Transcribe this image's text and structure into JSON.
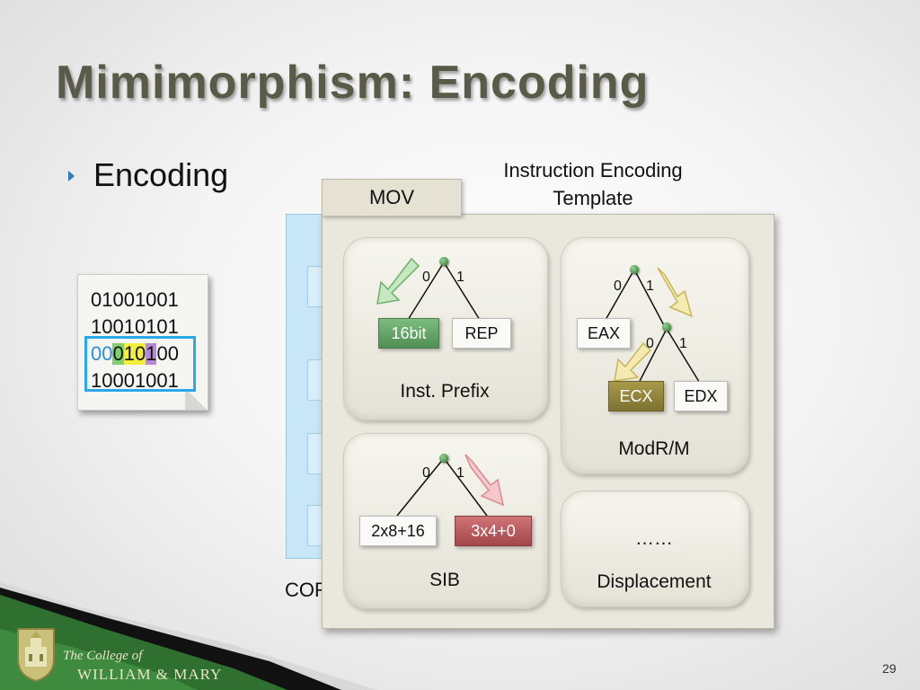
{
  "slide": {
    "title": "Mimimorphism: Encoding",
    "bullet": "Encoding",
    "caption_line1": "Instruction Encoding",
    "caption_line2": "Template",
    "page_number": "29"
  },
  "bit_card": {
    "rows": [
      "01001001",
      "10010101",
      "10001001"
    ],
    "highlighted_row_segments": [
      "00",
      "0",
      "10",
      "1",
      "00"
    ]
  },
  "back_panel_label": "COR",
  "panel": {
    "tab_label": "MOV",
    "inst_prefix": {
      "label": "Inst. Prefix",
      "bit0": "0",
      "bit1": "1",
      "left_option": "16bit",
      "right_option": "REP"
    },
    "modrm": {
      "label": "ModR/M",
      "top_bit0": "0",
      "top_bit1": "1",
      "sub_bit0": "0",
      "sub_bit1": "1",
      "eax": "EAX",
      "ecx": "ECX",
      "edx": "EDX"
    },
    "sib": {
      "label": "SIB",
      "bit0": "0",
      "bit1": "1",
      "left_option": "2x8+16",
      "right_option": "3x4+0"
    },
    "displacement": {
      "ellipsis": "……",
      "label": "Displacement"
    }
  },
  "branding": {
    "line1": "The College of",
    "line2": "WILLIAM & MARY"
  },
  "colors": {
    "title": "#5a5a48",
    "highlight_border": "#2aa8e8",
    "seg_blue": "#3aa6e6",
    "seg_green": "#7fd06a",
    "seg_yellow": "#f2ee3c",
    "seg_purple": "#b48ad8",
    "box_green": "#5f9f63",
    "box_olive": "#8a7d38",
    "box_red": "#b4545a",
    "brand_green": "#2f6f2f"
  }
}
